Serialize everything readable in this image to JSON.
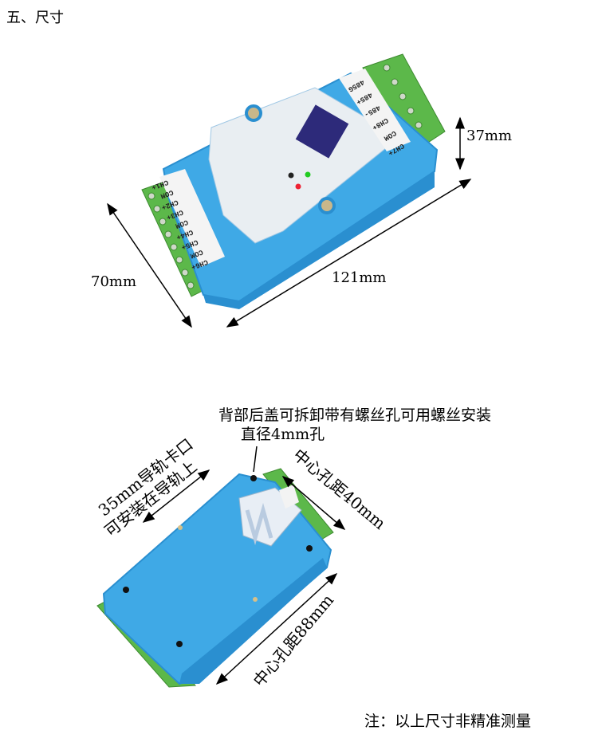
{
  "section_title": "五、尺寸",
  "top_view": {
    "height_label": "37mm",
    "width_label": "70mm",
    "length_label": "121mm",
    "left_terminals": [
      "CH1+",
      "COM",
      "CH2+",
      "CH3+",
      "COM",
      "CH4+",
      "CH5+",
      "COM",
      "CH6+"
    ],
    "right_terminals": [
      "CH7+",
      "COM",
      "CH8+",
      "485-",
      "485+",
      "485G"
    ]
  },
  "bottom_view": {
    "back_cover_note": "背部后盖可拆卸带有螺丝孔可用螺丝安装",
    "hole_note": "直径4mm孔",
    "rail_line1": "35mm导轨卡口",
    "rail_line2": "可安装在导轨上",
    "hole_spacing_short": "中心孔距40mm",
    "hole_spacing_long": "中心孔距88mm"
  },
  "footnote": "注：以上尺寸非精准测量",
  "colors": {
    "body": "#3fa9e6",
    "body_dark": "#2a8fd0",
    "terminal": "#5cb84a",
    "panel": "#e9eef2"
  }
}
